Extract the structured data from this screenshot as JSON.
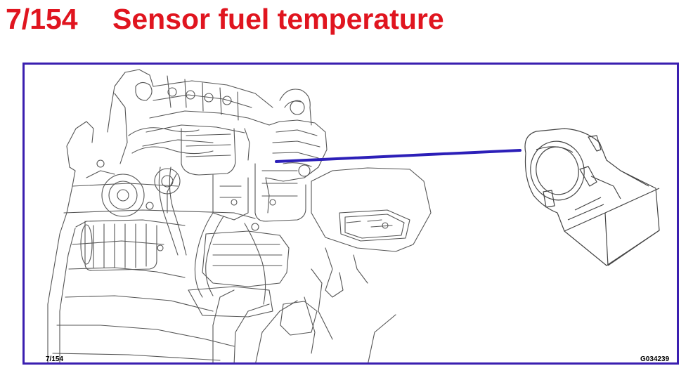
{
  "page": {
    "section_number": "7/154",
    "title": "Sensor fuel temperature"
  },
  "figure": {
    "page_code": "7/154",
    "drawing_code": "G034239"
  },
  "colors": {
    "title": "#e0151f",
    "frame": "#3a1fb0",
    "leader_line": "#2c1fb8",
    "drawing_line": "#555555"
  }
}
